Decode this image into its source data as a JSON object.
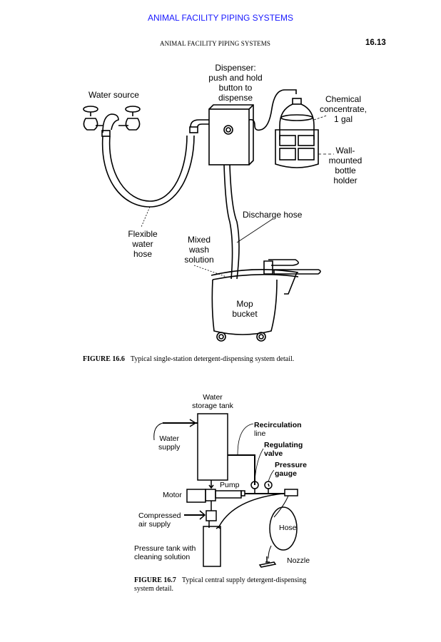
{
  "banner": "ANIMAL FACILITY PIPING SYSTEMS",
  "running_header": {
    "title": "ANIMAL FACILITY PIPING SYSTEMS",
    "page_number": "16.13"
  },
  "figure_16_6": {
    "labels": {
      "water_source": "Water source",
      "dispenser": [
        "Dispenser:",
        "push and hold",
        "button to",
        "dispense"
      ],
      "chemical": [
        "Chemical",
        "concentrate,",
        "1 gal"
      ],
      "bottle_holder": [
        "Wall-",
        "mounted",
        "bottle",
        "holder"
      ],
      "discharge_hose": "Discharge hose",
      "flexible_hose": [
        "Flexible",
        "water",
        "hose"
      ],
      "mixed_wash": [
        "Mixed",
        "wash",
        "solution"
      ],
      "mop_bucket": [
        "Mop",
        "bucket"
      ]
    },
    "caption_number": "FIGURE 16.6",
    "caption_text": "Typical single-station detergent-dispensing system detail."
  },
  "figure_16_7": {
    "labels": {
      "storage_tank": [
        "Water",
        "storage tank"
      ],
      "water_supply": [
        "Water",
        "supply"
      ],
      "recirculation": [
        "Recirculation",
        "line"
      ],
      "regulating_valve": [
        "Regulating",
        "valve"
      ],
      "pressure_gauge": [
        "Pressure",
        "gauge"
      ],
      "pump": "Pump",
      "motor": "Motor",
      "compressed_air": [
        "Compressed",
        "air supply"
      ],
      "pressure_tank": [
        "Pressure tank with",
        "cleaning solution"
      ],
      "hose": "Hose",
      "nozzle": "Nozzle"
    },
    "caption_number": "FIGURE 16.7",
    "caption_text_line1": "Typical central supply detergent-dispensing",
    "caption_text_line2": "system detail."
  }
}
